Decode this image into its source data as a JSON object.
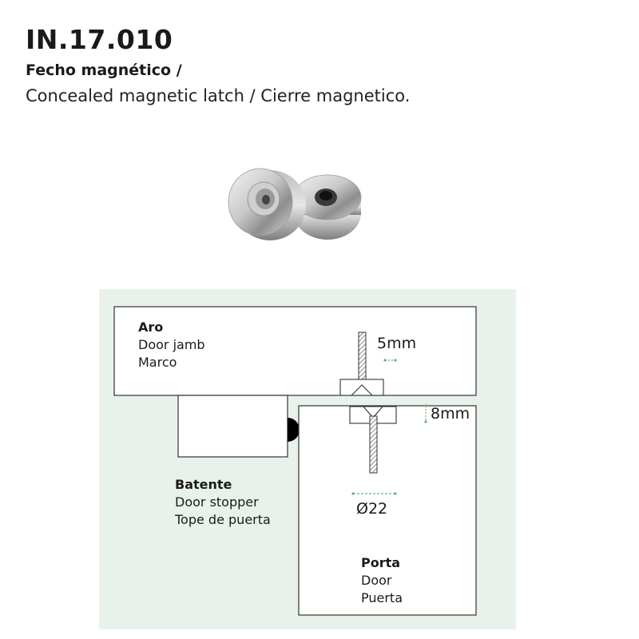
{
  "header": {
    "code": "IN.17.010",
    "title_pt": "Fecho magnético /",
    "title_en_es": "Concealed magnetic latch / Cierre magnetico."
  },
  "colors": {
    "diagram_background": "#e9f2ea",
    "dimension_accent": "#5fb583",
    "outline": "#333333",
    "magnet_fill": "#000000"
  },
  "diagram": {
    "door_jamb": {
      "title": "Aro",
      "line1": "Door jamb",
      "line2": "Marco"
    },
    "door_stopper": {
      "title": "Batente",
      "line1": "Door stopper",
      "line2": "Tope de puerta"
    },
    "door": {
      "title": "Porta",
      "line1": "Door",
      "line2": "Puerta"
    },
    "dimensions": {
      "screw_width": "5mm",
      "depth": "8mm",
      "diameter": "Ø22"
    }
  }
}
